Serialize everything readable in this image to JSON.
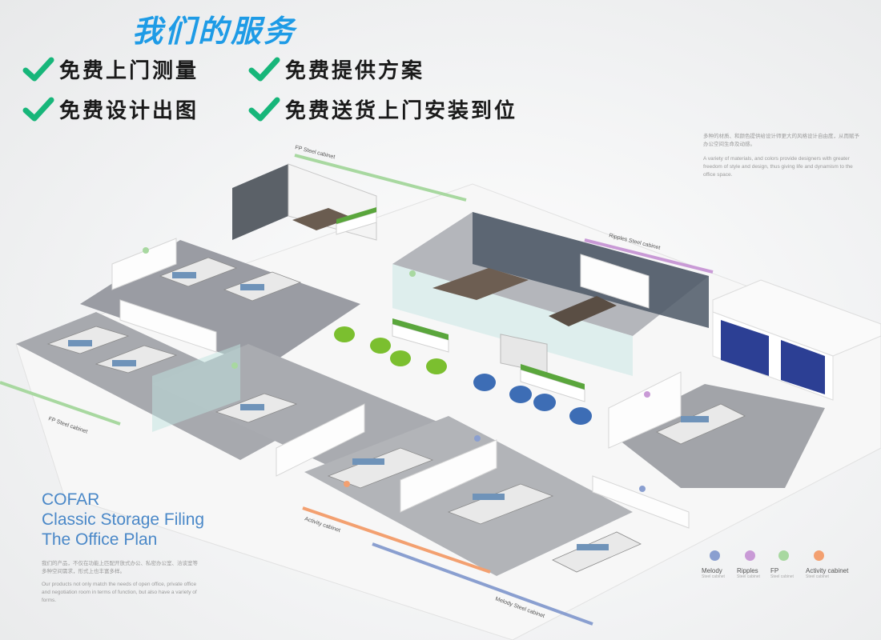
{
  "header": {
    "title": "我们的服务",
    "services": [
      "免费上门测量",
      "免费提供方案",
      "免费设计出图",
      "免费送货上门安装到位"
    ]
  },
  "brand": {
    "line1": "COFAR",
    "line2": "Classic Storage Filing",
    "line3": "The Office Plan"
  },
  "descriptions": {
    "left_cn": "我们的产品，不仅在功能上匹配开放式办公、私密办公室、洽谈室等多种空间需求，形式上也丰富多样。",
    "left_en": "Our products not only match the needs of open office, private office and negotiation room in terms of function, but also have a variety of forms.",
    "right_cn": "多种的材质、和颜色提供给设计师更大的风格设计自由度，从而赋予办公空间生命及动感。",
    "right_en": "A variety of materials, and colors provide designers with greater freedom of style and design, thus giving life and dynamism to the office space."
  },
  "cabinet_labels": {
    "fp_top": "FP Steel cabinet",
    "ripples": "Ripples Steel cabinet",
    "fp_left": "FP Steel cabinet",
    "activity": "Activity cabinet",
    "melody": "Melody Steel cabinet"
  },
  "legend": [
    {
      "name": "Melody",
      "sub": "Steel cabinet",
      "color": "#8a9fd0"
    },
    {
      "name": "Ripples",
      "sub": "Steel cabinet",
      "color": "#c99ad6"
    },
    {
      "name": "FP",
      "sub": "Steel cabinet",
      "color": "#a8d8a0"
    },
    {
      "name": "Activity cabinet",
      "sub": "Steel cabinet",
      "color": "#f3a070"
    }
  ],
  "colors": {
    "title_blue": "#1e9be6",
    "check_green": "#17b67a",
    "melody": "#8a9fd0",
    "ripples": "#c99ad6",
    "fp": "#a8d8a0",
    "activity": "#f3a070"
  },
  "icons": {
    "check": "check-icon"
  }
}
